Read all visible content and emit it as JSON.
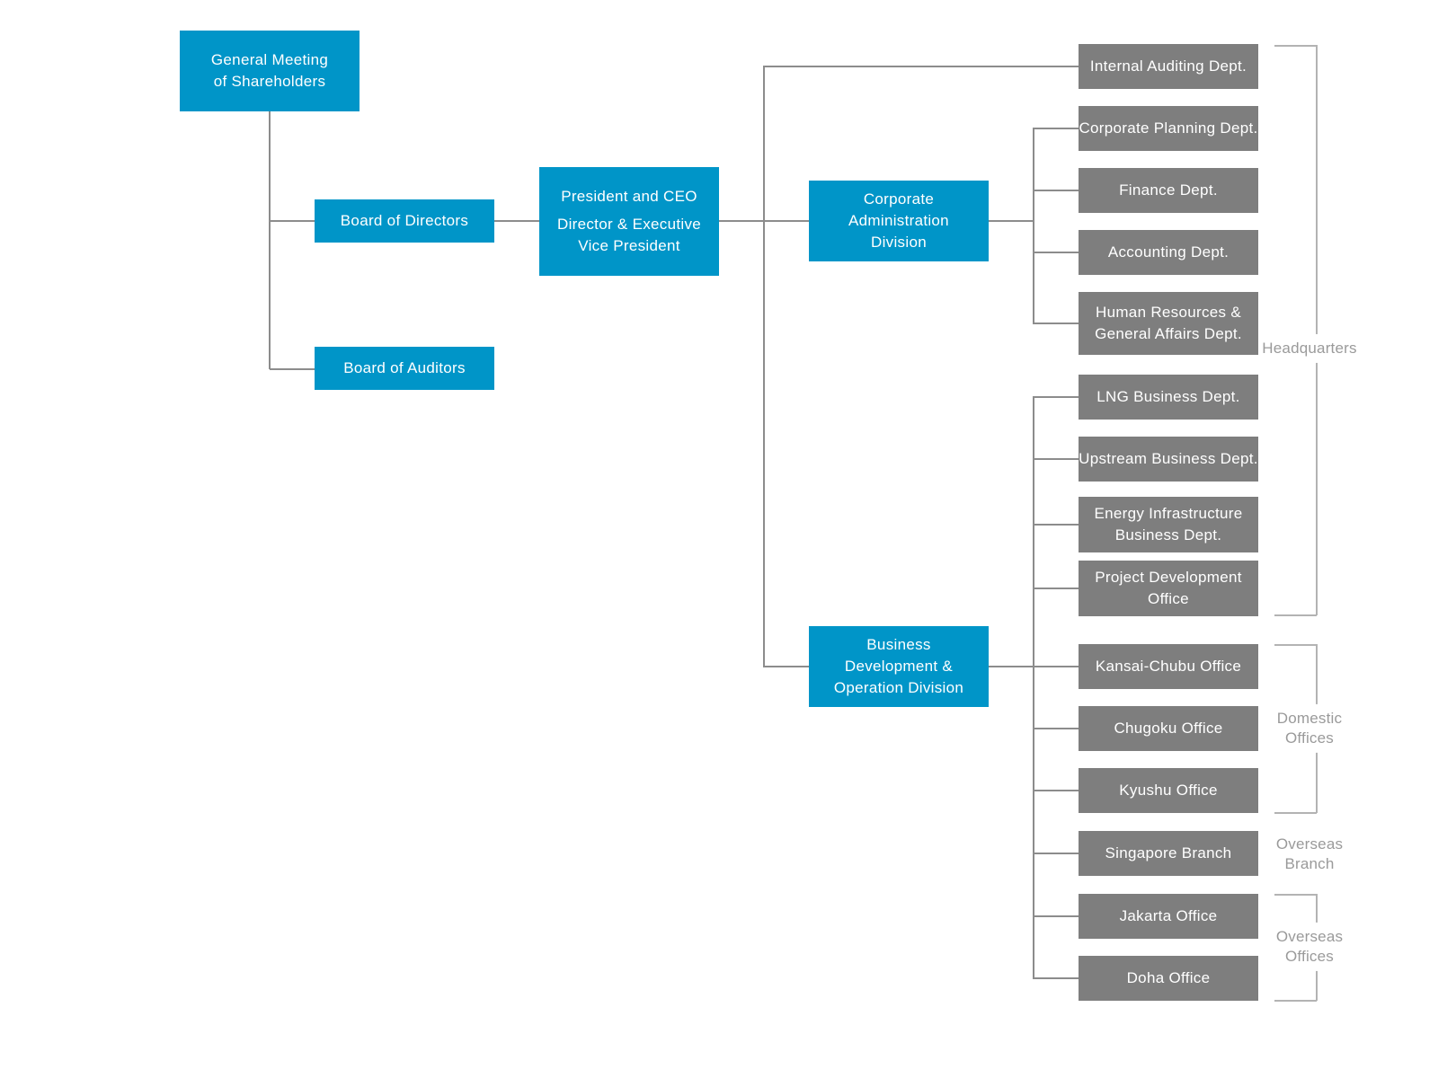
{
  "colors": {
    "primary_box": "#0095c8",
    "dept_box": "#7e7e7e",
    "connector": "#8c8c8c",
    "bracket": "#b3b3b3",
    "group_label_text": "#9a9a9a",
    "box_text": "#ffffff",
    "background": "#ffffff"
  },
  "nodes": {
    "shareholders": {
      "label": "General Meeting\nof Shareholders"
    },
    "board_directors": {
      "label": "Board of Directors"
    },
    "board_auditors": {
      "label": "Board of Auditors"
    },
    "president": {
      "title": "President and CEO",
      "subtitle": "Director & Executive\nVice President"
    },
    "corporate_admin": {
      "label": "Corporate\nAdministration\nDivision"
    },
    "business_dev": {
      "label": "Business\nDevelopment &\nOperation Division"
    }
  },
  "departments": [
    {
      "label": "Internal Auditing Dept."
    },
    {
      "label": "Corporate Planning Dept."
    },
    {
      "label": "Finance Dept."
    },
    {
      "label": "Accounting Dept."
    },
    {
      "label": "Human Resources &\nGeneral Affairs Dept."
    },
    {
      "label": "LNG Business Dept."
    },
    {
      "label": "Upstream Business Dept."
    },
    {
      "label": "Energy Infrastructure\nBusiness Dept."
    },
    {
      "label": "Project Development\nOffice"
    },
    {
      "label": "Kansai-Chubu Office"
    },
    {
      "label": "Chugoku Office"
    },
    {
      "label": "Kyushu Office"
    },
    {
      "label": "Singapore Branch"
    },
    {
      "label": "Jakarta Office"
    },
    {
      "label": "Doha Office"
    }
  ],
  "groups": [
    {
      "label": "Headquarters"
    },
    {
      "label": "Domestic\nOffices"
    },
    {
      "label": "Overseas\nBranch"
    },
    {
      "label": "Overseas\nOffices"
    }
  ]
}
